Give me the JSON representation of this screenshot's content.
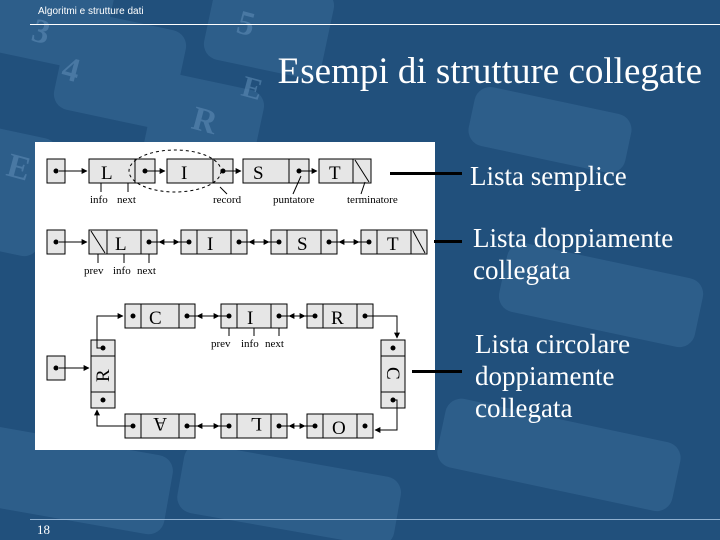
{
  "header": {
    "subject": "Algoritmi e strutture dati"
  },
  "title": "Esempi di strutture collegate",
  "labels": {
    "simple": "Lista semplice",
    "doubly_l1": "Lista doppiamente",
    "doubly_l2": "collegata",
    "circular_l1": "Lista circolare",
    "circular_l2": "doppiamente",
    "circular_l3": "collegata"
  },
  "diagram": {
    "simple": {
      "nodes": [
        "L",
        "I",
        "S",
        "T"
      ],
      "captions": {
        "info": "info",
        "next": "next",
        "record": "record",
        "puntatore": "puntatore",
        "terminatore": "terminatore"
      }
    },
    "doubly": {
      "nodes": [
        "L",
        "I",
        "S",
        "T"
      ],
      "captions": {
        "prev": "prev",
        "info": "info",
        "next": "next"
      }
    },
    "circular": {
      "top": [
        "C",
        "I",
        "R"
      ],
      "right": "C",
      "bottom": [
        "O",
        "L",
        "A"
      ],
      "left": "R",
      "captions": {
        "prev": "prev",
        "info": "info",
        "next": "next"
      }
    }
  },
  "footer": {
    "page": "18"
  },
  "colors": {
    "background": "#1f4e79",
    "key_shapes": "#3a6a96",
    "panel": "#ffffff",
    "node_fill": "#e6e6e6",
    "text_white": "#ffffff"
  }
}
